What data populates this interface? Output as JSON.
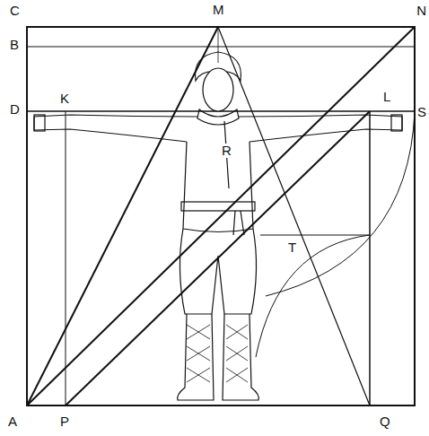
{
  "diagram": {
    "labels": [
      "C",
      "M",
      "N",
      "B",
      "D",
      "K",
      "L",
      "S",
      "R",
      "T",
      "A",
      "P",
      "Q"
    ]
  }
}
